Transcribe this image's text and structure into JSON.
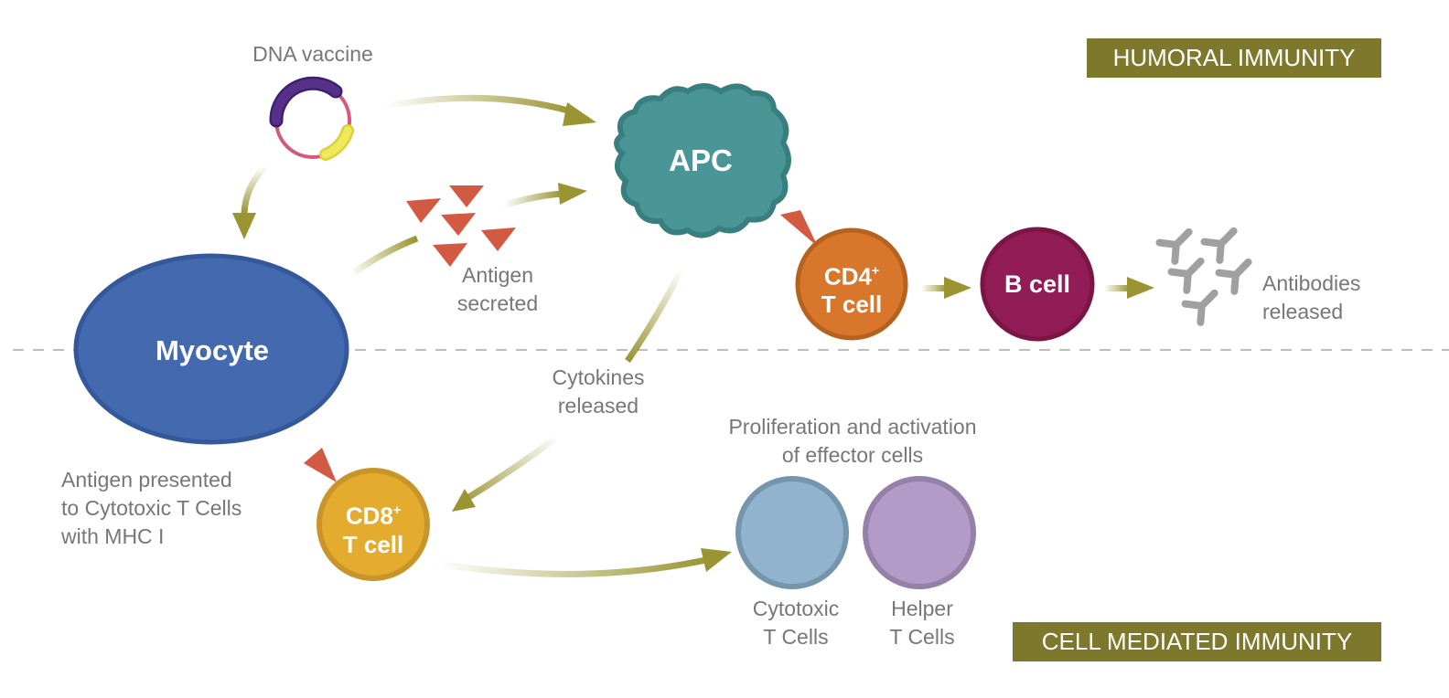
{
  "sections": {
    "humoral": "HUMORAL IMMUNITY",
    "cell_mediated": "CELL MEDIATED IMMUNITY"
  },
  "nodes": {
    "dna_vaccine": "DNA vaccine",
    "apc": "APC",
    "myocyte": "Myocyte",
    "cd4": {
      "main": "CD4",
      "sup": "+",
      "line2": "T cell"
    },
    "b_cell": "B cell",
    "cd8": {
      "main": "CD8",
      "sup": "+",
      "line2": "T cell"
    }
  },
  "labels": {
    "antigen_secreted": [
      "Antigen",
      "secreted"
    ],
    "antibodies_released": [
      "Antibodies",
      "released"
    ],
    "cytokines_released": [
      "Cytokines",
      "released"
    ],
    "antigen_presented": [
      "Antigen presented",
      "to Cytotoxic T Cells",
      "with MHC I"
    ],
    "proliferation": [
      "Proliferation and activation",
      "of effector cells"
    ],
    "cytotoxic_t_cells": [
      "Cytotoxic",
      "T Cells"
    ],
    "helper_t_cells": [
      "Helper",
      "T Cells"
    ]
  },
  "colors": {
    "badge": "#7e782d",
    "arrow": "#9a9432",
    "apc": "#4a9696",
    "myocyte": "#436aaf",
    "cd4": "#d8762c",
    "b_cell": "#921d56",
    "cd8": "#e3ac2f",
    "cytotoxic": "#92b3ce",
    "helper": "#b39bc8",
    "antigen": "#d25a43",
    "antibody": "#a0a0a0"
  }
}
